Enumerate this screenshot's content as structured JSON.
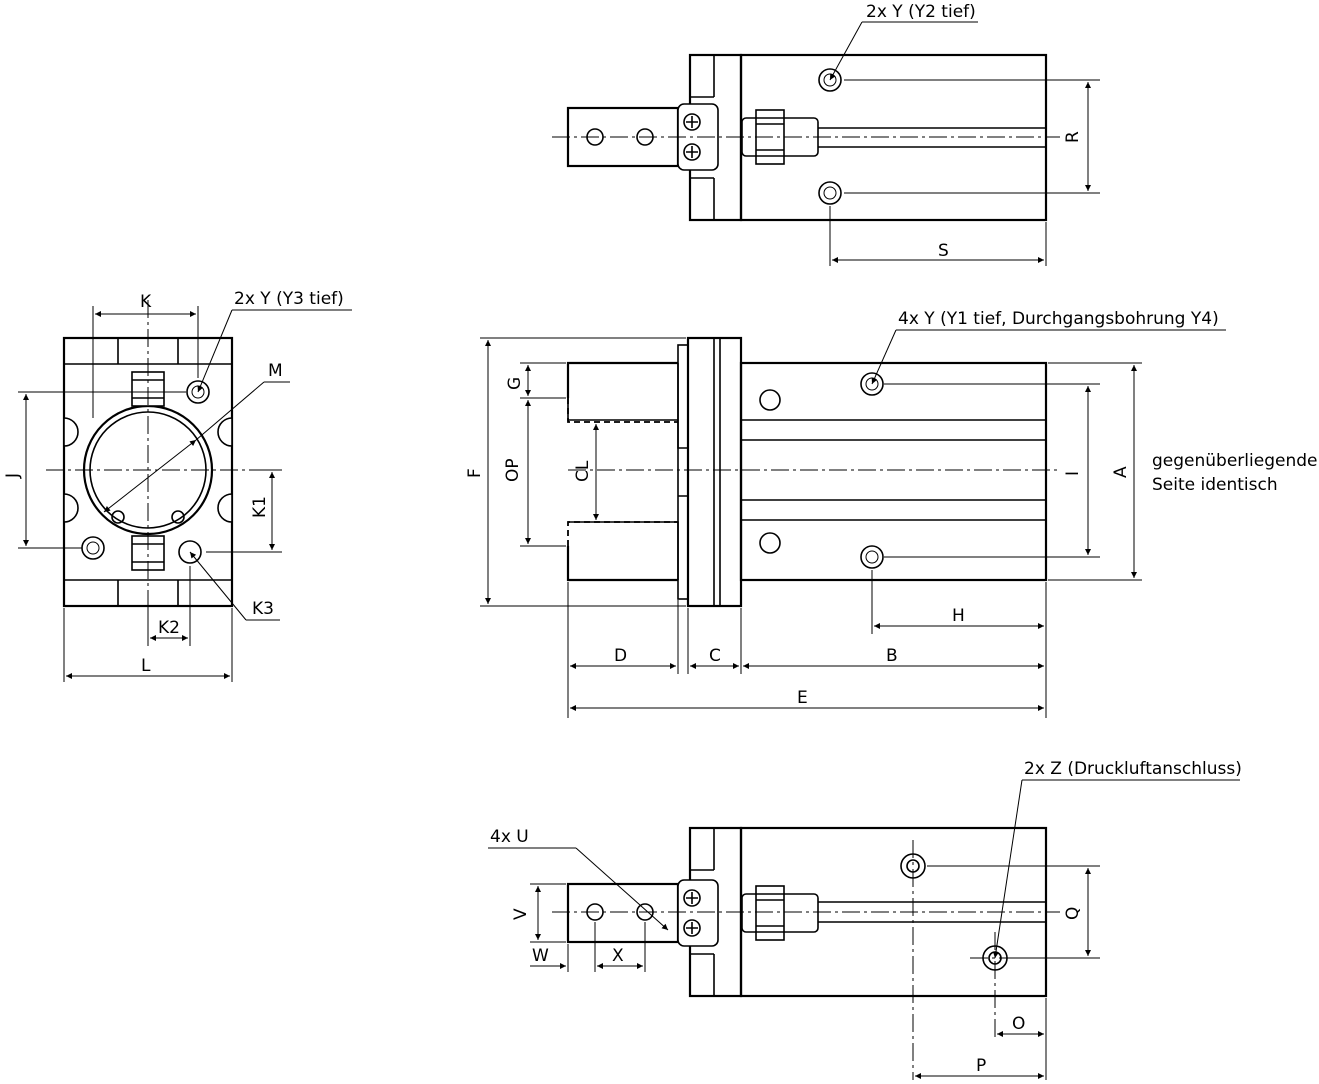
{
  "labels": {
    "top_note": "2x Y (Y2 tief)",
    "left_note": "2x Y (Y3 tief)",
    "center_note": "4x Y (Y1 tief, Durchgangsbohrung Y4)",
    "bottom_note": "2x Z (Druckluftanschluss)",
    "bottom_holes": "4x U",
    "side_note_1": "gegenüberliegende",
    "side_note_2": "Seite identisch"
  },
  "dims": {
    "R": "R",
    "S": "S",
    "K": "K",
    "M": "M",
    "J": "J",
    "K1": "K1",
    "K2": "K2",
    "K3": "K3",
    "L": "L",
    "F": "F",
    "G": "G",
    "OP": "OP",
    "CL": "CL",
    "I": "I",
    "A": "A",
    "H": "H",
    "D": "D",
    "C": "C",
    "B": "B",
    "E": "E",
    "V": "V",
    "W": "W",
    "X": "X",
    "Q": "Q",
    "O": "O",
    "P": "P"
  }
}
